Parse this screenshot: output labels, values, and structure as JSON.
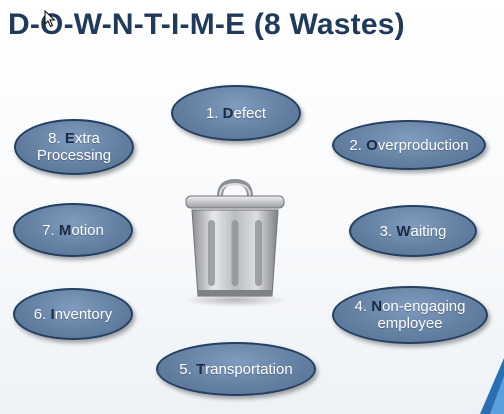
{
  "title": "D-O-W-N-T-I-M-E (8 Wastes)",
  "icons": {
    "center": "trash-can-icon",
    "pointer": "mouse-cursor-icon"
  },
  "colors": {
    "title": "#1f3a5a",
    "node_fill": "#6480a3",
    "node_border": "#233f61",
    "node_text": "#ffffff",
    "key_letter": "#1b2a45"
  },
  "wastes": [
    {
      "id": "n1",
      "prefix": "1. ",
      "key": "D",
      "rest": "efect"
    },
    {
      "id": "n2",
      "prefix": "2. ",
      "key": "O",
      "rest": "verproduction"
    },
    {
      "id": "n3",
      "prefix": "3. ",
      "key": "W",
      "rest": "aiting"
    },
    {
      "id": "n4",
      "prefix": "4. ",
      "key": "N",
      "rest": "on-engaging",
      "line2": "employee"
    },
    {
      "id": "n5",
      "prefix": "5. ",
      "key": "T",
      "rest": "ransportation"
    },
    {
      "id": "n6",
      "prefix": "6. ",
      "key": "I",
      "rest": "nventory"
    },
    {
      "id": "n7",
      "prefix": "7. ",
      "key": "M",
      "rest": "otion"
    },
    {
      "id": "n8",
      "prefix": "8. ",
      "key": "E",
      "rest": "xtra",
      "line2": "Processing"
    }
  ]
}
